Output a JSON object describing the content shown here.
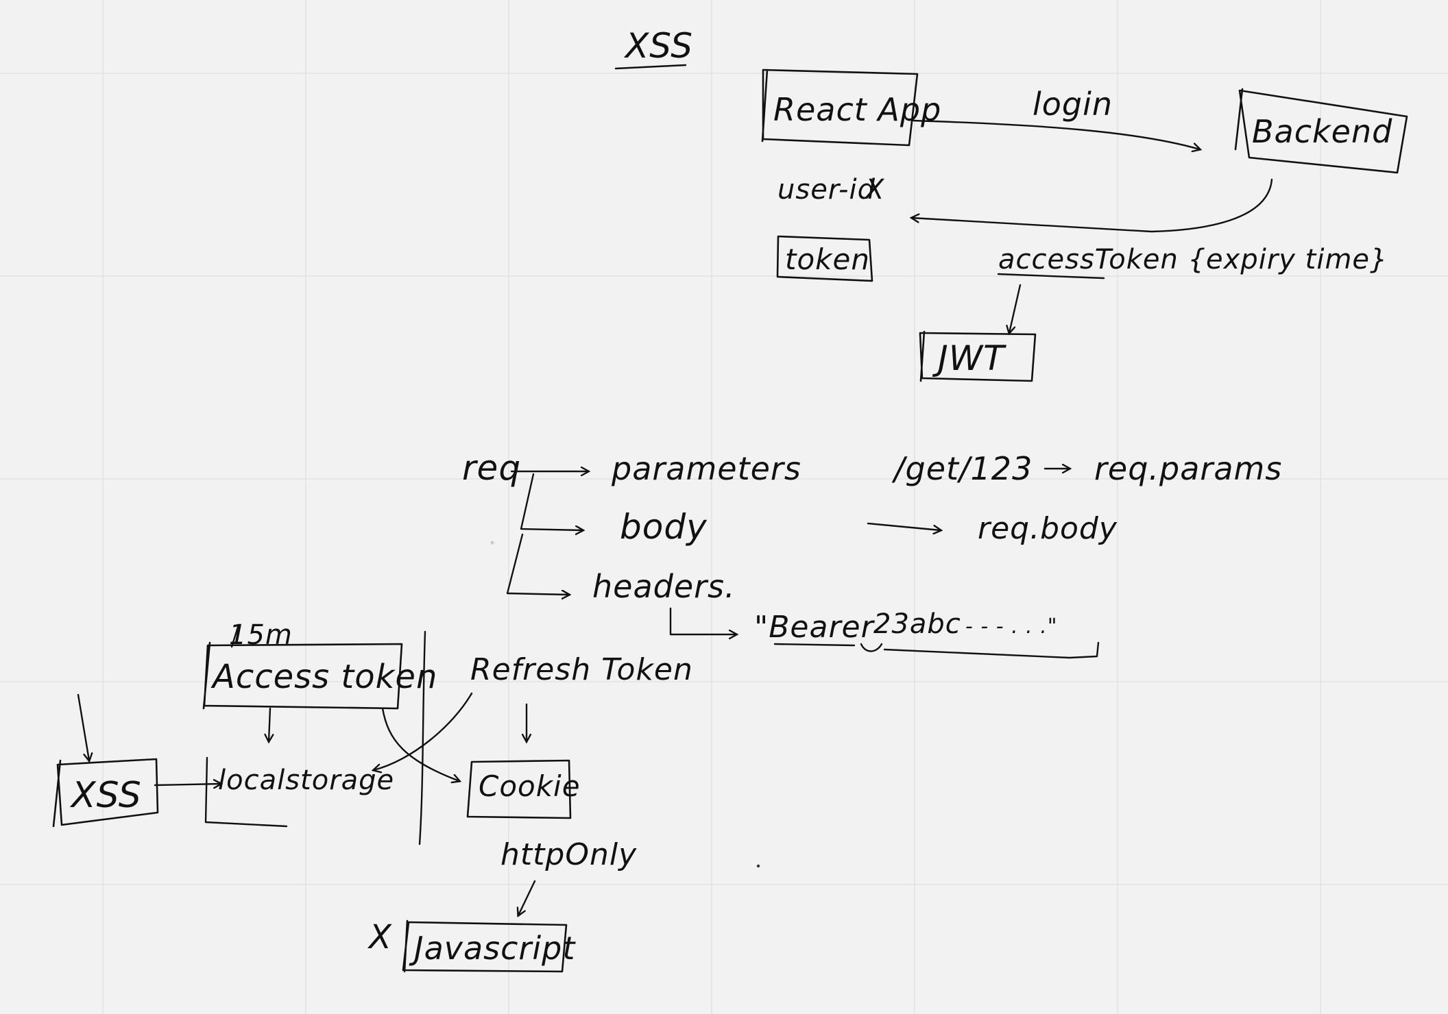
{
  "whiteboard": {
    "grid_color": "#e0e0e0",
    "background": "#f2f2f2",
    "ink": "#111111"
  },
  "auth_flow": {
    "title": "XSS",
    "react_app": "React App",
    "backend": "Backend",
    "login_label": "login",
    "user_id_label": "user-id",
    "user_id_mark": "X",
    "token_label": "token",
    "access_token_note": "accessToken {expiry time}",
    "jwt_label": "JWT"
  },
  "request_parts": {
    "req_label": "req",
    "parameters": "parameters",
    "body": "body",
    "headers": "headers.",
    "get_route": "/get/123",
    "req_params": "req.params",
    "req_body": "req.body",
    "bearer_prefix": "\"Bearer",
    "bearer_value": "23abc",
    "bearer_suffix": "- - - . . .\""
  },
  "storage": {
    "access_ttl": "15m",
    "access_token": "Access token",
    "refresh_token": "Refresh Token",
    "xss_box": "XSS",
    "local_storage": "localstorage",
    "cookie": "Cookie",
    "http_only": "httpOnly",
    "javascript": "Javascript",
    "blocked_mark": "X"
  }
}
